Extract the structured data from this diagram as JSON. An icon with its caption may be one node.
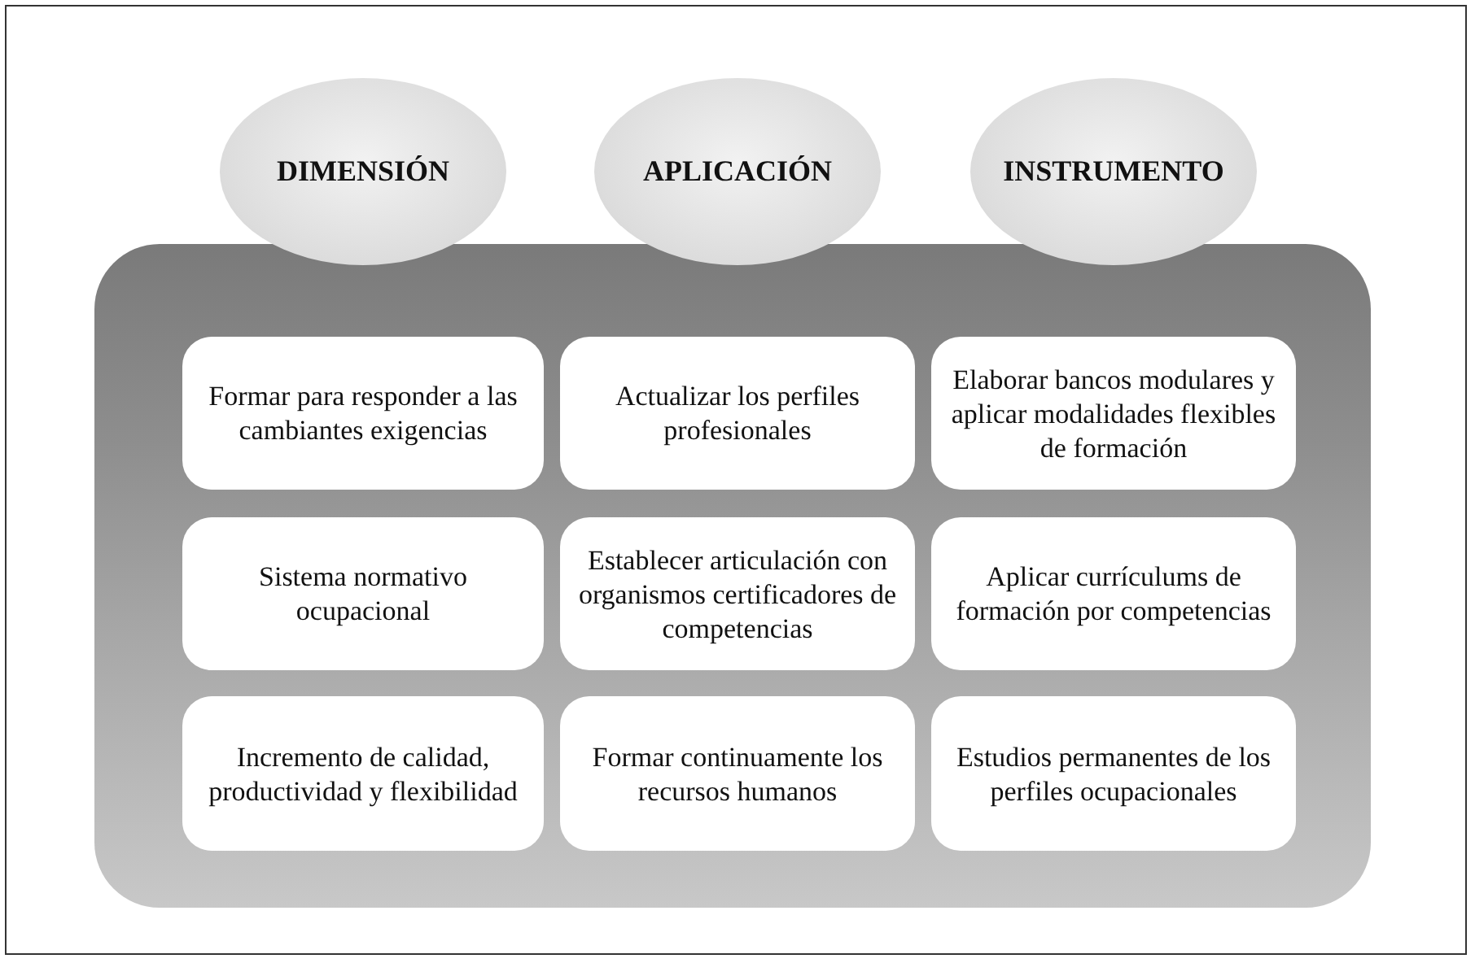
{
  "diagram": {
    "nodes": [
      {
        "text": [
          "DIMENSIÓN"
        ]
      },
      {
        "text": [
          "APLICACIÓN"
        ]
      },
      {
        "text": [
          "INSTRUMENTO"
        ]
      },
      {
        "text": [
          "Formar para responder a las cambiantes exigencias"
        ]
      },
      {
        "text": [
          "Actualizar los perfiles profesionales"
        ]
      },
      {
        "text": [
          "Elaborar bancos modulares y aplicar modalidades flexibles de formación"
        ]
      },
      {
        "text": [
          "Sistema normativo ocupacional"
        ]
      },
      {
        "text": [
          "Establecer articulación con organismos certificadores de competencias"
        ]
      },
      {
        "text": [
          "Aplicar currículums de formación por competencias"
        ]
      },
      {
        "text": [
          "Incremento de calidad, productividad y flexibilidad"
        ]
      },
      {
        "text": [
          "Formar continuamente los recursos humanos"
        ]
      },
      {
        "text": [
          "Estudios permanentes de los perfiles ocupacionales"
        ]
      }
    ]
  }
}
